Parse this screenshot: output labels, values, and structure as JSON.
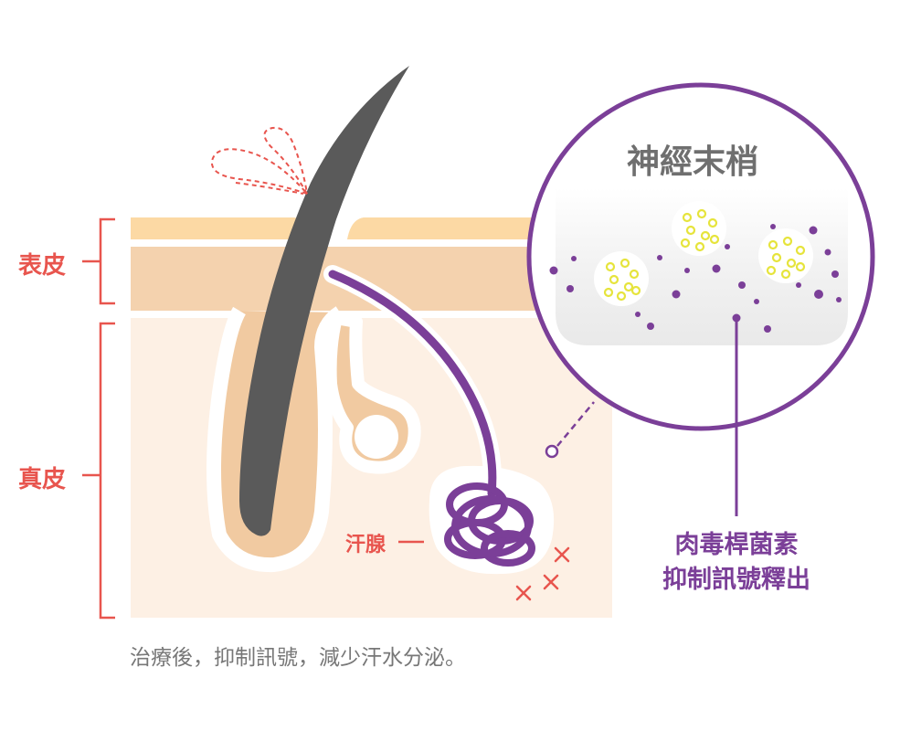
{
  "labels": {
    "epidermis": "表皮",
    "dermis": "真皮",
    "sweat_gland": "汗腺",
    "nerve_ending_title": "神經末梢",
    "toxin_line1": "肉毒桿菌素",
    "toxin_line2": "抑制訊號釋出"
  },
  "caption": "治療後，抑制訊號，減少汗水分泌。",
  "colors": {
    "label_red": "#e8554e",
    "nerve_purple": "#7b3f98",
    "hair_grey": "#5a5a5a",
    "epidermis_top": "#fcd9a4",
    "epidermis": "#f4d2ae",
    "dermis": "#fdf0e4",
    "follicle": "#f1caa1",
    "vesicle_yellow": "#e6e43c"
  }
}
